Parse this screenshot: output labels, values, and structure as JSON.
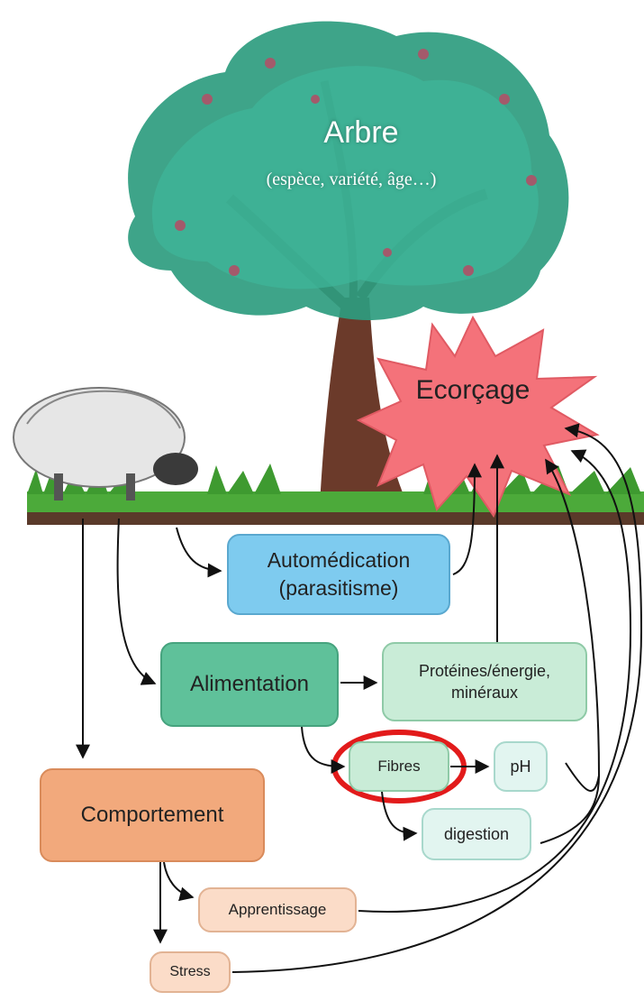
{
  "tree": {
    "title": "Arbre",
    "subtitle": "(espèce, variété, âge…)"
  },
  "debarking": {
    "label": "Ecorçage"
  },
  "nodes": {
    "automedication": {
      "line1": "Automédication",
      "line2": "(parasitisme)"
    },
    "alimentation": {
      "label": "Alimentation"
    },
    "proteins": {
      "line1": "Protéines/énergie,",
      "line2": "minéraux"
    },
    "fibres": {
      "label": "Fibres"
    },
    "ph": {
      "label": "pH"
    },
    "digestion": {
      "label": "digestion"
    },
    "behaviour": {
      "label": "Comportement"
    },
    "learning": {
      "label": "Apprentissage"
    },
    "stress": {
      "label": "Stress"
    }
  },
  "colors": {
    "automedication": "#7ecbef",
    "alimentation": "#5fc19a",
    "nutrients": "#c9ecd7",
    "behaviour": "#f2a97c",
    "behaviour_sub": "#fbdcc8",
    "debarking": "#f4727a",
    "highlight_circle": "#e21b1b",
    "foliage": "#2e9c7f",
    "trunk": "#6b3a2a",
    "grass": "#4caa3a",
    "soil": "#5a3a2a"
  },
  "icons": [
    "tree-illustration",
    "sheep-illustration",
    "starburst-shape"
  ]
}
